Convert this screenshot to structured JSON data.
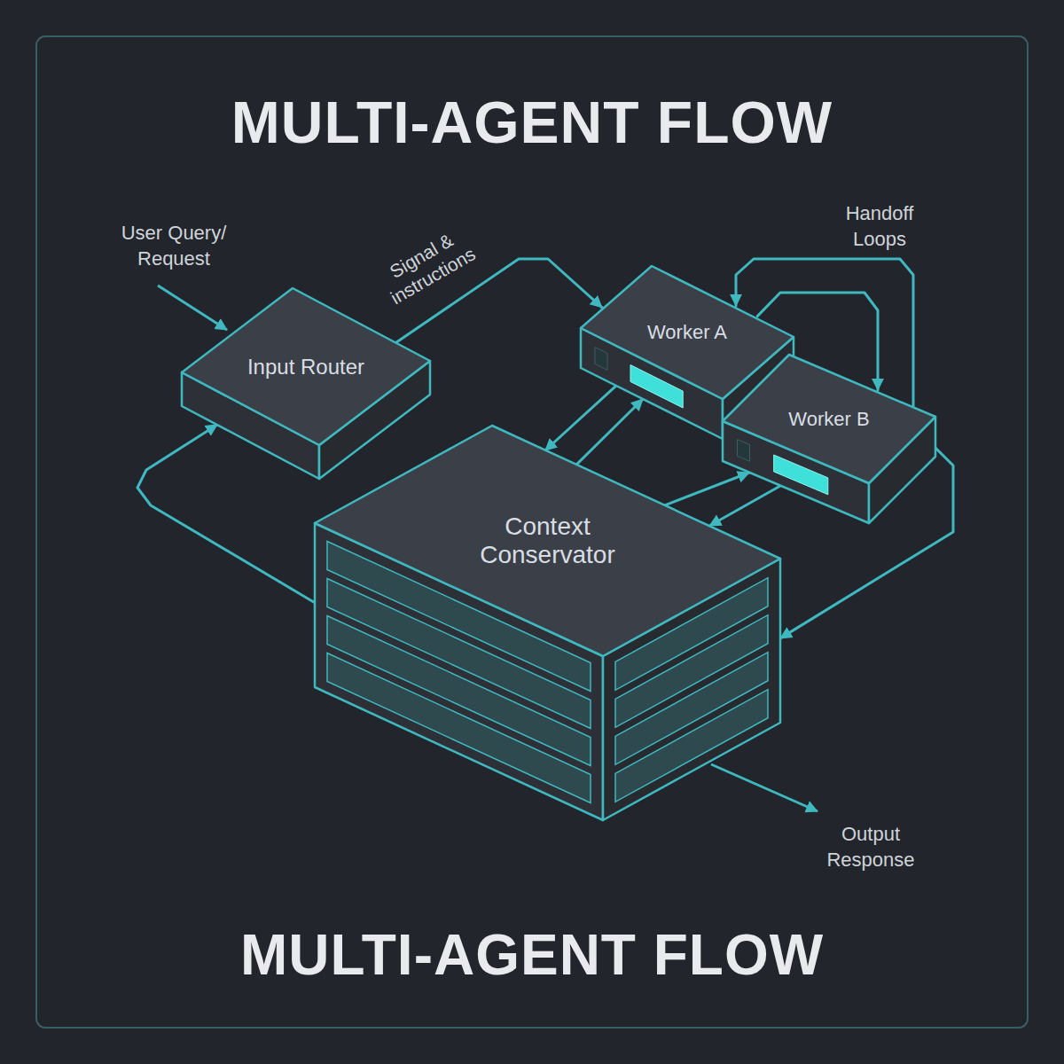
{
  "diagram": {
    "title": "MULTI-AGENT FLOW",
    "caption": "MULTI-AGENT FLOW",
    "nodes": [
      {
        "text": [
          "Input Router"
        ]
      },
      {
        "text": [
          "Worker A"
        ]
      },
      {
        "text": [
          "Worker B"
        ]
      },
      {
        "text": [
          "Context Conservator"
        ]
      }
    ],
    "edges": [
      {
        "from": 0,
        "to": 1,
        "label": "Signal & instructions",
        "arrow": "to"
      },
      {
        "from": 1,
        "to": 2,
        "arrow": "to"
      },
      {
        "from": 2,
        "to": 1,
        "arrow": "to"
      },
      {
        "from": 3,
        "to": 1,
        "arrow": "to"
      },
      {
        "from": 1,
        "to": 3,
        "arrow": "to"
      },
      {
        "from": 3,
        "to": 2,
        "arrow": "to"
      },
      {
        "from": 2,
        "to": 3,
        "arrow": "to"
      },
      {
        "from": 2,
        "to": 3,
        "arrow": "to"
      },
      {
        "from": 3,
        "to": 0,
        "arrow": "to"
      }
    ],
    "labels": [
      "User Query/ Request",
      "Handoff Loops",
      "Output Response"
    ]
  }
}
